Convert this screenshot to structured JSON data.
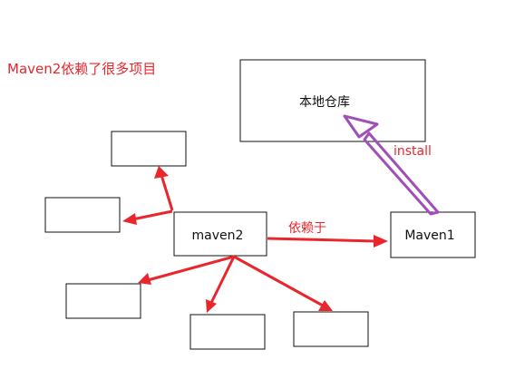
{
  "title": "Maven2依赖了很多项目",
  "nodes": {
    "repo": "本地仓库",
    "maven2": "maven2",
    "maven1": "Maven1"
  },
  "edges": {
    "depends_on": "依赖于",
    "install": "install"
  },
  "colors": {
    "red": "#e8262c",
    "purple": "#a14fb8",
    "black": "#111111"
  }
}
